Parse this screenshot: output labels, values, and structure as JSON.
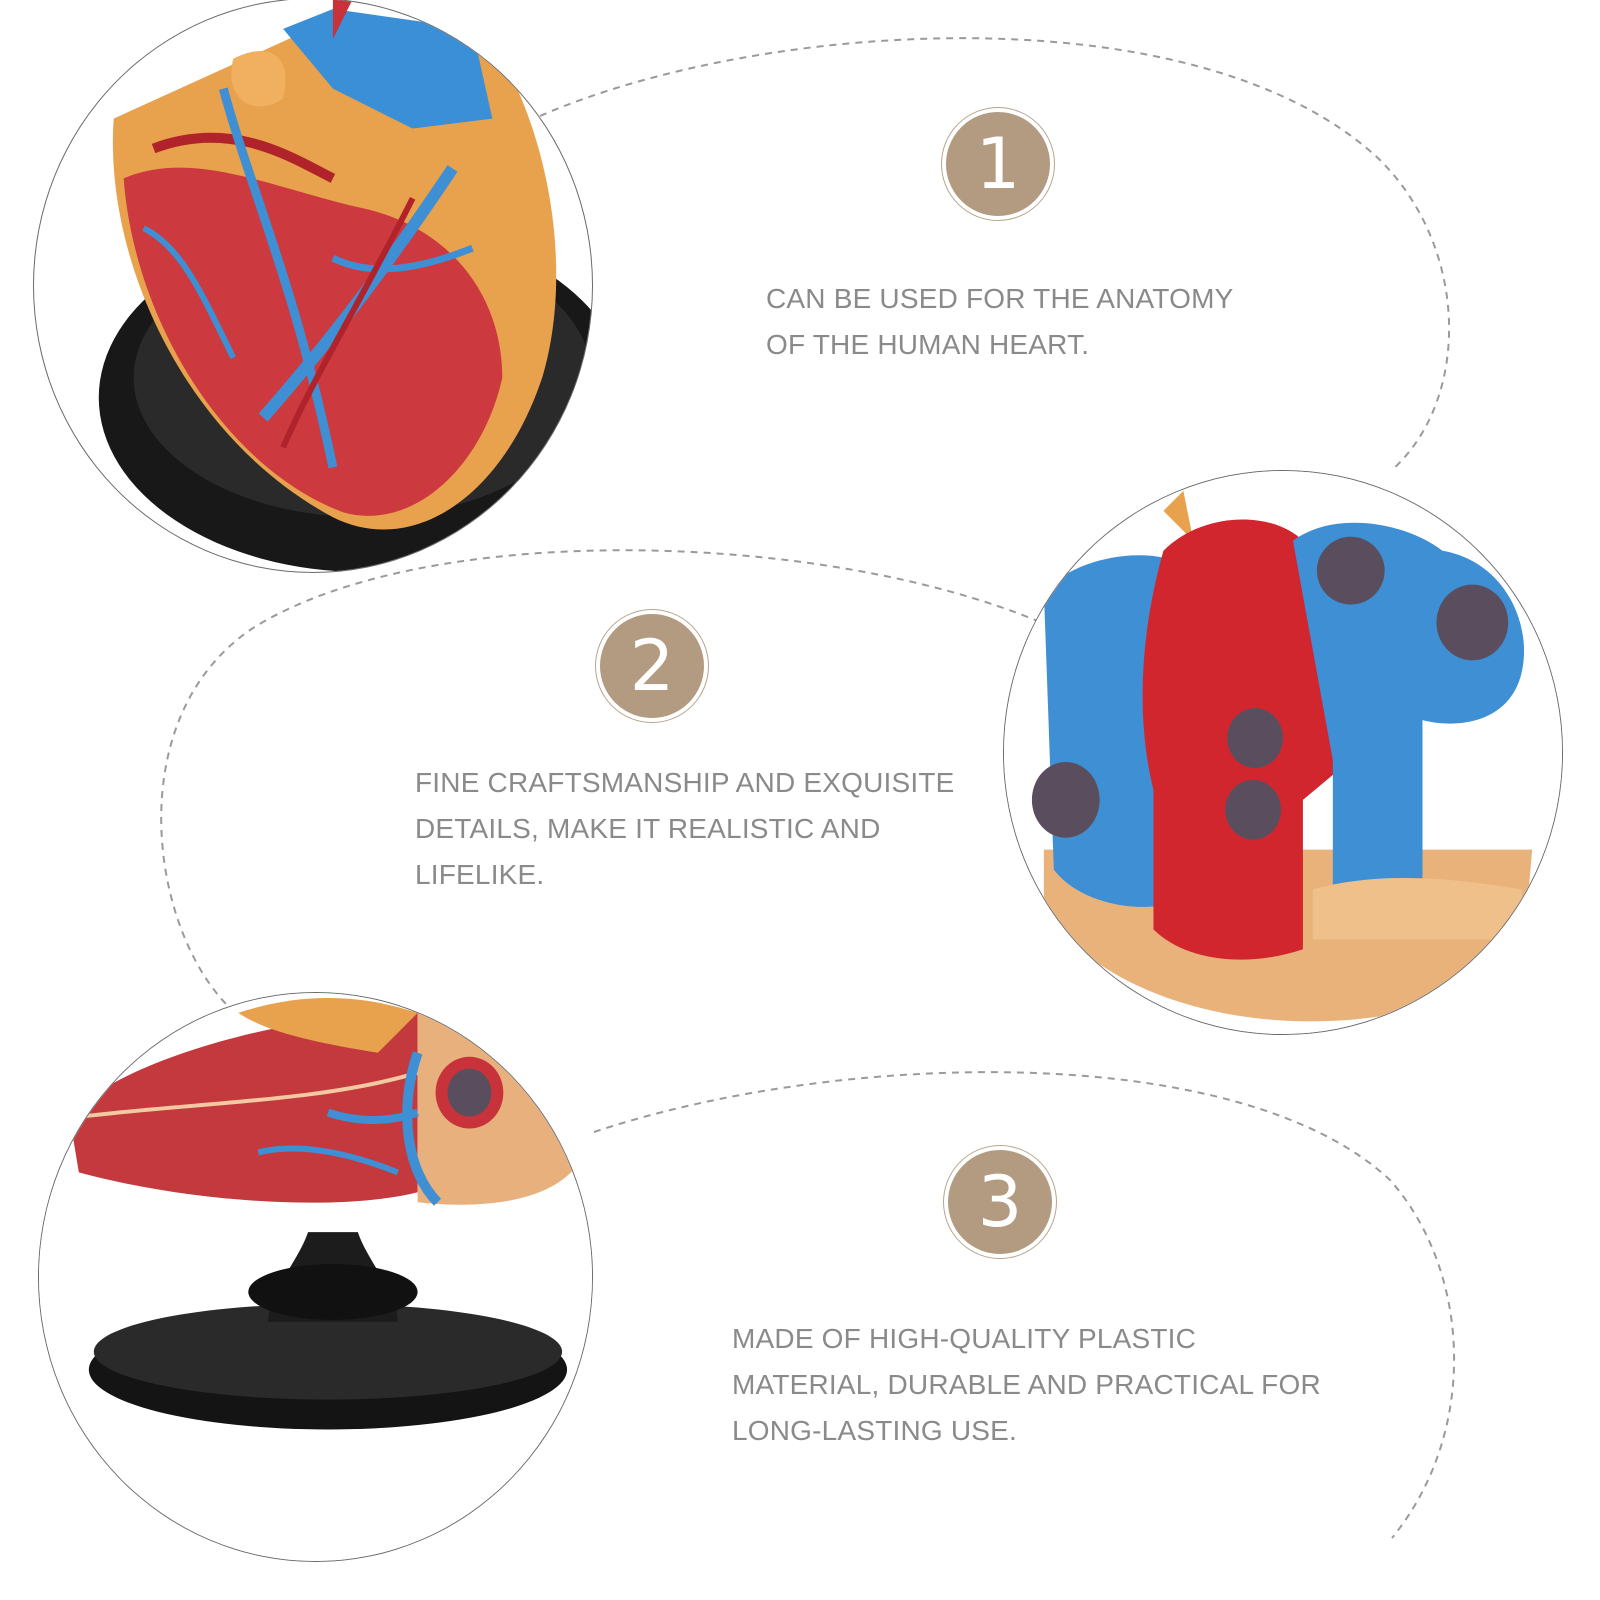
{
  "features": [
    {
      "number": "1",
      "text": "CAN BE USED FOR THE ANATOMY OF THE HUMAN HEART."
    },
    {
      "number": "2",
      "text": "FINE CRAFTSMANSHIP AND EXQUISITE DETAILS, MAKE IT REALISTIC AND LIFELIKE."
    },
    {
      "number": "3",
      "text": "MADE OF HIGH-QUALITY PLASTIC MATERIAL, DURABLE AND PRACTICAL FOR LONG-LASTING USE."
    }
  ],
  "colors": {
    "badge": "#b39b81",
    "text": "#8a8a8a",
    "dashes": "#9a9a9a",
    "heart_red": "#c8323a",
    "vessel_blue": "#3f8fd4",
    "base_black": "#1a1a1a"
  }
}
